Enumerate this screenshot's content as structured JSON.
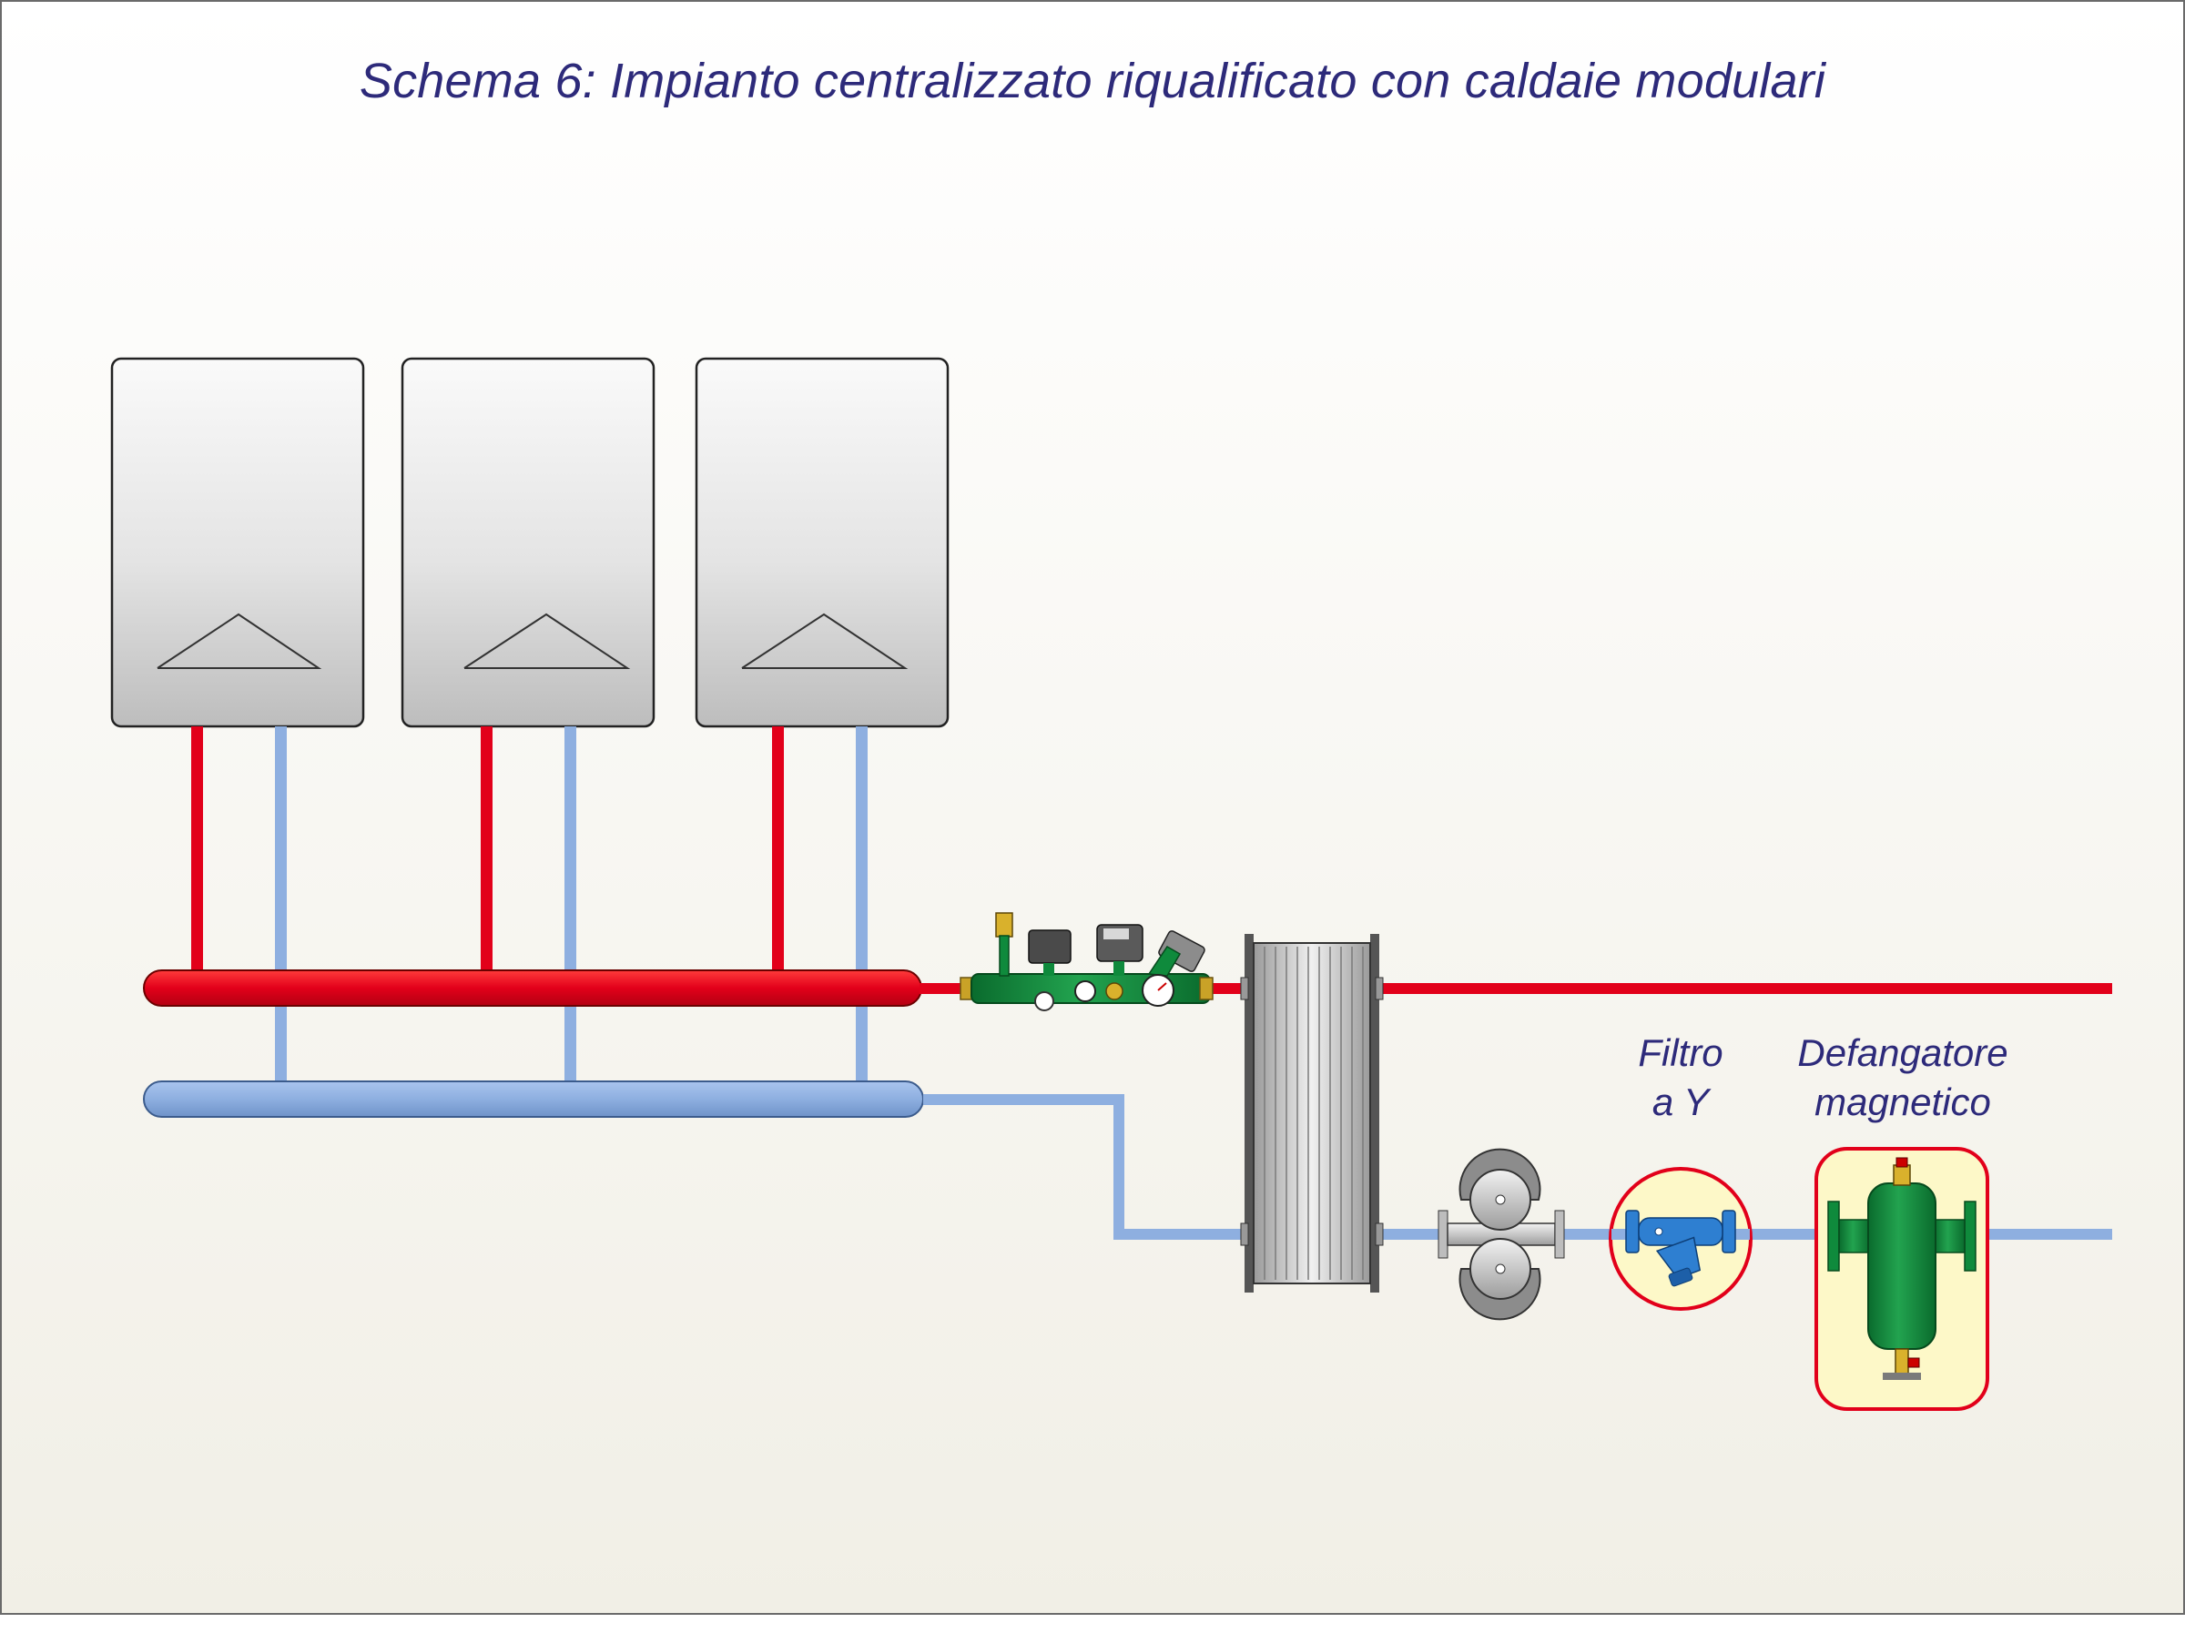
{
  "title": "Schema 6: Impianto centralizzato riqualificato con caldaie modulari",
  "labels": {
    "filter": [
      "Filtro",
      "a Y"
    ],
    "separator": [
      "Defangatore",
      "magnetico"
    ]
  },
  "boilers": [
    {
      "id": "boiler-1"
    },
    {
      "id": "boiler-2"
    },
    {
      "id": "boiler-3"
    }
  ],
  "colors": {
    "hot_pipe": "#e2001a",
    "cold_pipe": "#8eafe0",
    "accent_text": "#2d2a7a",
    "component_green": "#0f8a3c",
    "filter_blue": "#2e7fd1",
    "highlight_fill": "#fdf8c8",
    "highlight_ring": "#e2001a"
  }
}
